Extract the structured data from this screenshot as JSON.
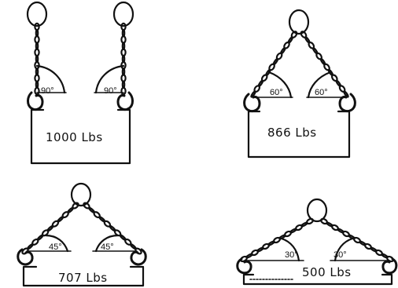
{
  "diagrams": [
    {
      "load_label": "1000 Lbs",
      "angle_left": "90°",
      "angle_right": "90°",
      "angle_deg": 90
    },
    {
      "load_label": "866 Lbs",
      "angle_left": "60°",
      "angle_right": "60°",
      "angle_deg": 60
    },
    {
      "load_label": "707 Lbs",
      "angle_left": "45°",
      "angle_right": "45°",
      "angle_deg": 45
    },
    {
      "load_label": "500 Lbs",
      "angle_left": "30°",
      "angle_right": "30°",
      "angle_deg": 30
    }
  ],
  "colors": {
    "ink": "#111111",
    "background": "#ffffff"
  },
  "icons": [
    "master-ring-icon",
    "chain-link-icon",
    "sling-hook-icon"
  ]
}
